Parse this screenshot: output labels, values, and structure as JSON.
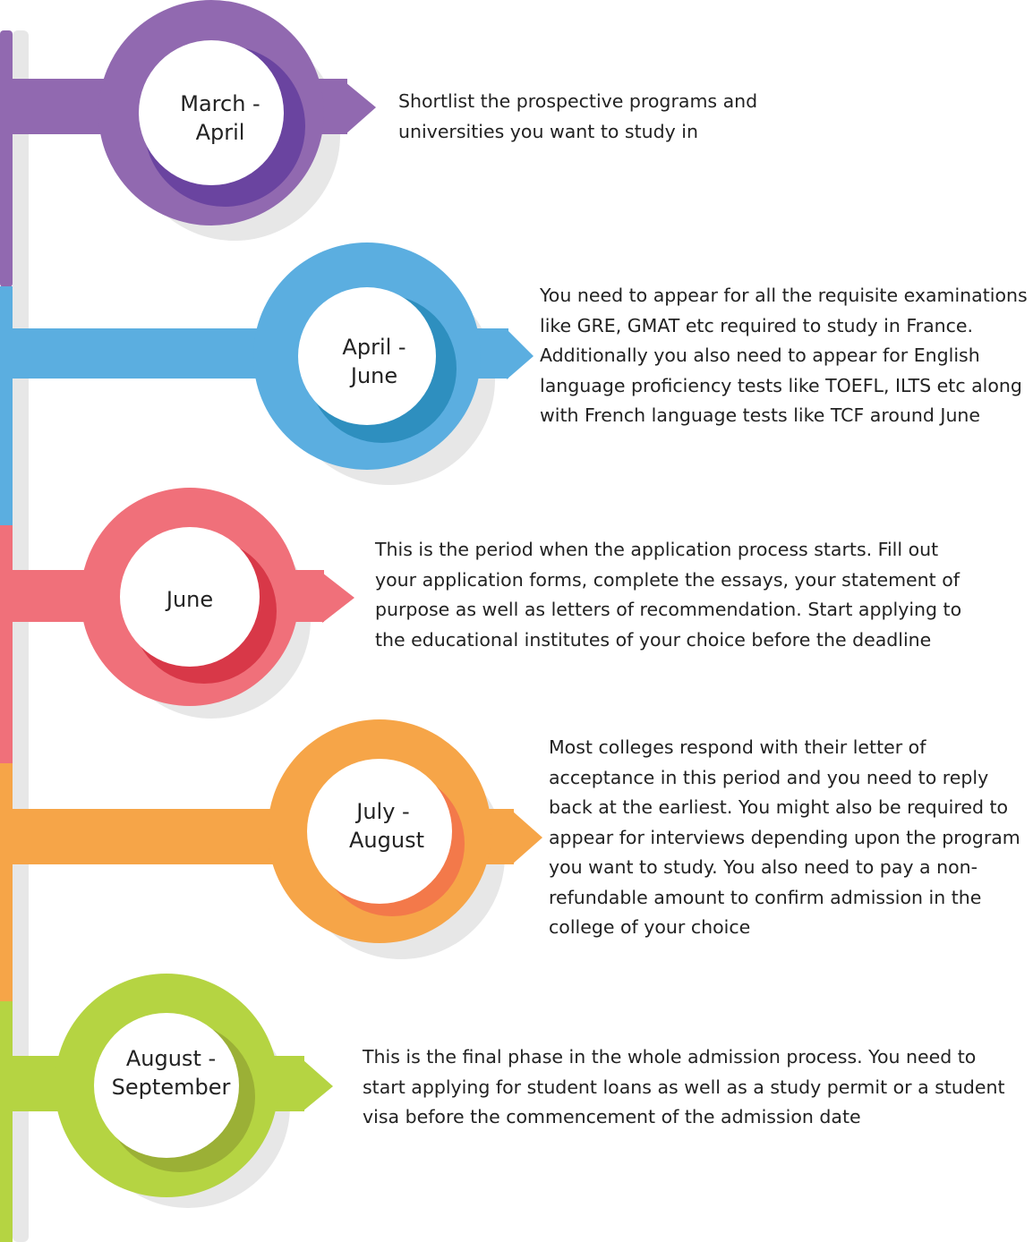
{
  "colors": {
    "purple": "#9169B0",
    "purple_dark": "#6A44A0",
    "blue": "#5BAEE0",
    "blue_dark": "#2E8FBF",
    "pink": "#F0707A",
    "pink_dark": "#D83848",
    "orange": "#F6A548",
    "orange_dark": "#F3794A",
    "green": "#B5D442",
    "green_dark": "#9BB036",
    "track_gray": "#E7E7E7",
    "text": "#222222"
  },
  "stages": [
    {
      "label_line1": "March -",
      "label_line2": "April",
      "color_key": "purple",
      "description": "Shortlist the prospective programs and universities you want to study in"
    },
    {
      "label_line1": "April -",
      "label_line2": "June",
      "color_key": "blue",
      "description": "You need to appear for all the requisite examinations like GRE, GMAT etc required to study in France. Additionally you also need to appear for English language proficiency tests like TOEFL, ILTS etc along with French language tests like TCF around June"
    },
    {
      "label_line1": "June",
      "label_line2": "",
      "color_key": "pink",
      "description": "This is the period when the application process starts. Fill out your application forms, complete the essays, your statement of purpose as well as letters of recommendation. Start applying to the educational institutes of your choice before the deadline"
    },
    {
      "label_line1": "July -",
      "label_line2": "August",
      "color_key": "orange",
      "description": "Most colleges respond with their letter of acceptance in this period and you need to reply back at the earliest. You might also be required to appear for interviews depending upon the program you want to study. You also need to pay a non-refundable amount to confirm admission in the college of your choice"
    },
    {
      "label_line1": "August -",
      "label_line2": "September",
      "color_key": "green",
      "description": "This is the final phase in the whole admission process. You need to start applying for student loans as well as a study permit or a student visa before the commencement of the admission date"
    }
  ]
}
